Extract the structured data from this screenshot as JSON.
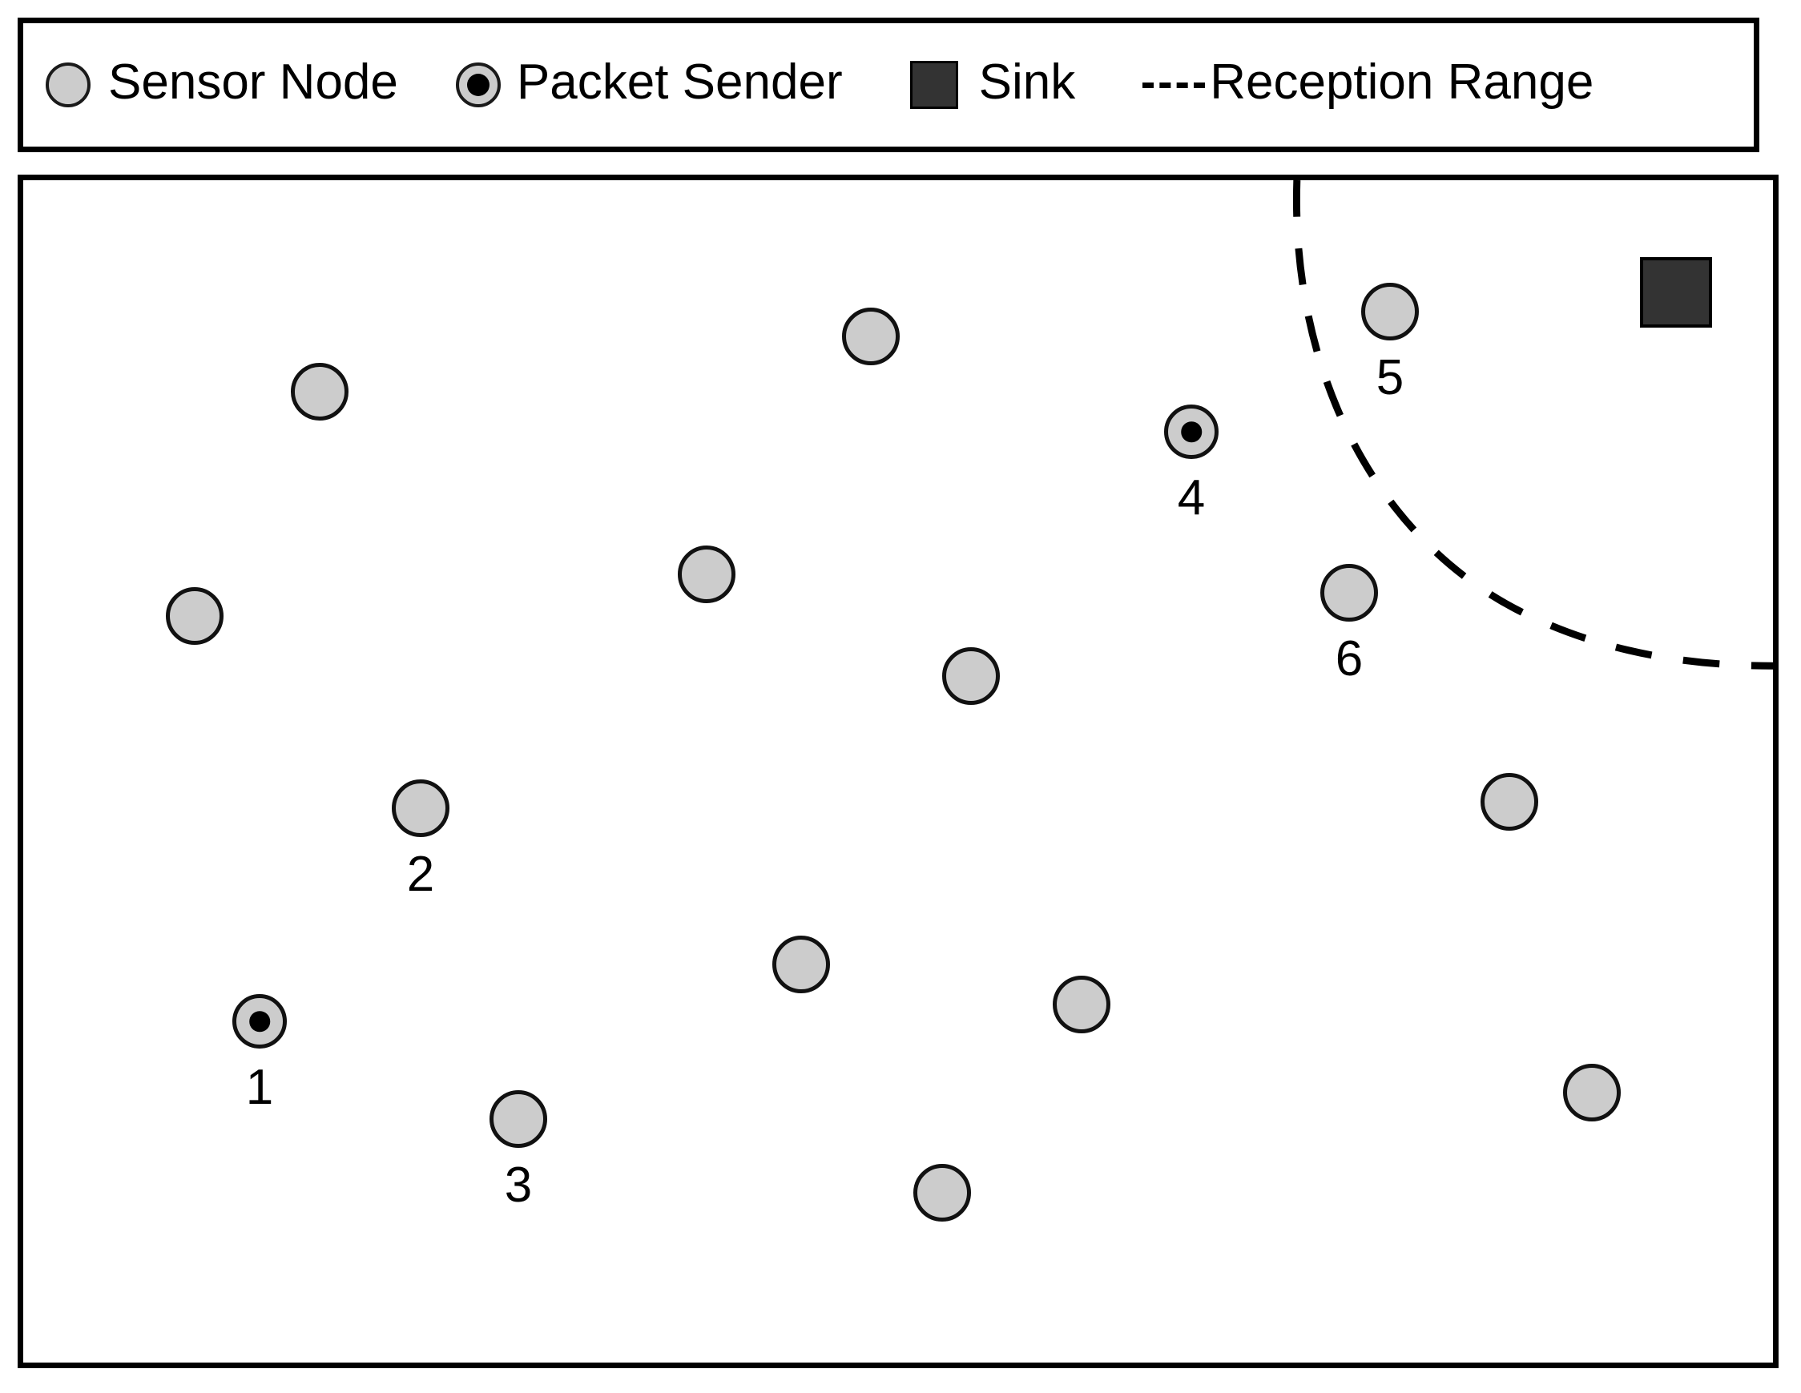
{
  "legend": {
    "items": [
      {
        "icon": "sensor-node-circle-icon",
        "label": "Sensor Node"
      },
      {
        "icon": "packet-sender-circle-icon",
        "label": "Packet Sender"
      },
      {
        "icon": "sink-square-icon",
        "label": "Sink"
      },
      {
        "icon": "dashed-line-icon",
        "label": "Reception Range"
      }
    ]
  },
  "colors": {
    "node_fill": "#cccccc",
    "node_stroke": "#111111",
    "sender_dot": "#000000",
    "sink_fill": "#333333",
    "sink_stroke": "#000000",
    "range_line": "#000000",
    "field_border": "#000000",
    "background": "#ffffff"
  },
  "chart_data": {
    "type": "scatter",
    "title": "",
    "xlabel": "",
    "ylabel": "",
    "grid": false,
    "legend_position": "top",
    "xlim": [
      0,
      2198
    ],
    "ylim": [
      0,
      1490
    ],
    "series": [
      {
        "name": "Sensor Node",
        "marker": "circle-gray",
        "points": [
          {
            "id": "n-a",
            "x": 370,
            "y": 264,
            "label": ""
          },
          {
            "id": "n-b",
            "x": 214,
            "y": 544,
            "label": ""
          },
          {
            "id": "n-c",
            "x": 1058,
            "y": 195,
            "label": ""
          },
          {
            "id": "n-d",
            "x": 853,
            "y": 492,
            "label": ""
          },
          {
            "id": "n-e",
            "x": 1183,
            "y": 619,
            "label": ""
          },
          {
            "id": "n-f",
            "x": 971,
            "y": 979,
            "label": ""
          },
          {
            "id": "n-g",
            "x": 1321,
            "y": 1029,
            "label": ""
          },
          {
            "id": "n-h",
            "x": 1147,
            "y": 1264,
            "label": ""
          },
          {
            "id": "n-i",
            "x": 1855,
            "y": 776,
            "label": ""
          },
          {
            "id": "n-j",
            "x": 1958,
            "y": 1139,
            "label": ""
          },
          {
            "id": "n-2",
            "x": 496,
            "y": 784,
            "label": "2"
          },
          {
            "id": "n-3",
            "x": 618,
            "y": 1172,
            "label": "3"
          },
          {
            "id": "n-5",
            "x": 1706,
            "y": 164,
            "label": "5"
          },
          {
            "id": "n-6",
            "x": 1655,
            "y": 515,
            "label": "6"
          }
        ]
      },
      {
        "name": "Packet Sender",
        "marker": "circle-gray-black-dot",
        "points": [
          {
            "id": "n-1",
            "x": 295,
            "y": 1050,
            "label": "1"
          },
          {
            "id": "n-4",
            "x": 1458,
            "y": 314,
            "label": "4"
          }
        ]
      },
      {
        "name": "Sink",
        "marker": "square-dark",
        "points": [
          {
            "id": "sink",
            "x": 2063,
            "y": 140,
            "label": ""
          }
        ]
      }
    ],
    "reception_range": {
      "name": "Reception Range",
      "style": "dashed",
      "center_x": 2120,
      "center_y": 140,
      "radius": 545,
      "note": "quarter arc around the sink"
    },
    "node_labels": [
      "1",
      "2",
      "3",
      "4",
      "5",
      "6"
    ],
    "counts": {
      "sensor_nodes": 14,
      "packet_senders": 2,
      "sinks": 1
    }
  }
}
